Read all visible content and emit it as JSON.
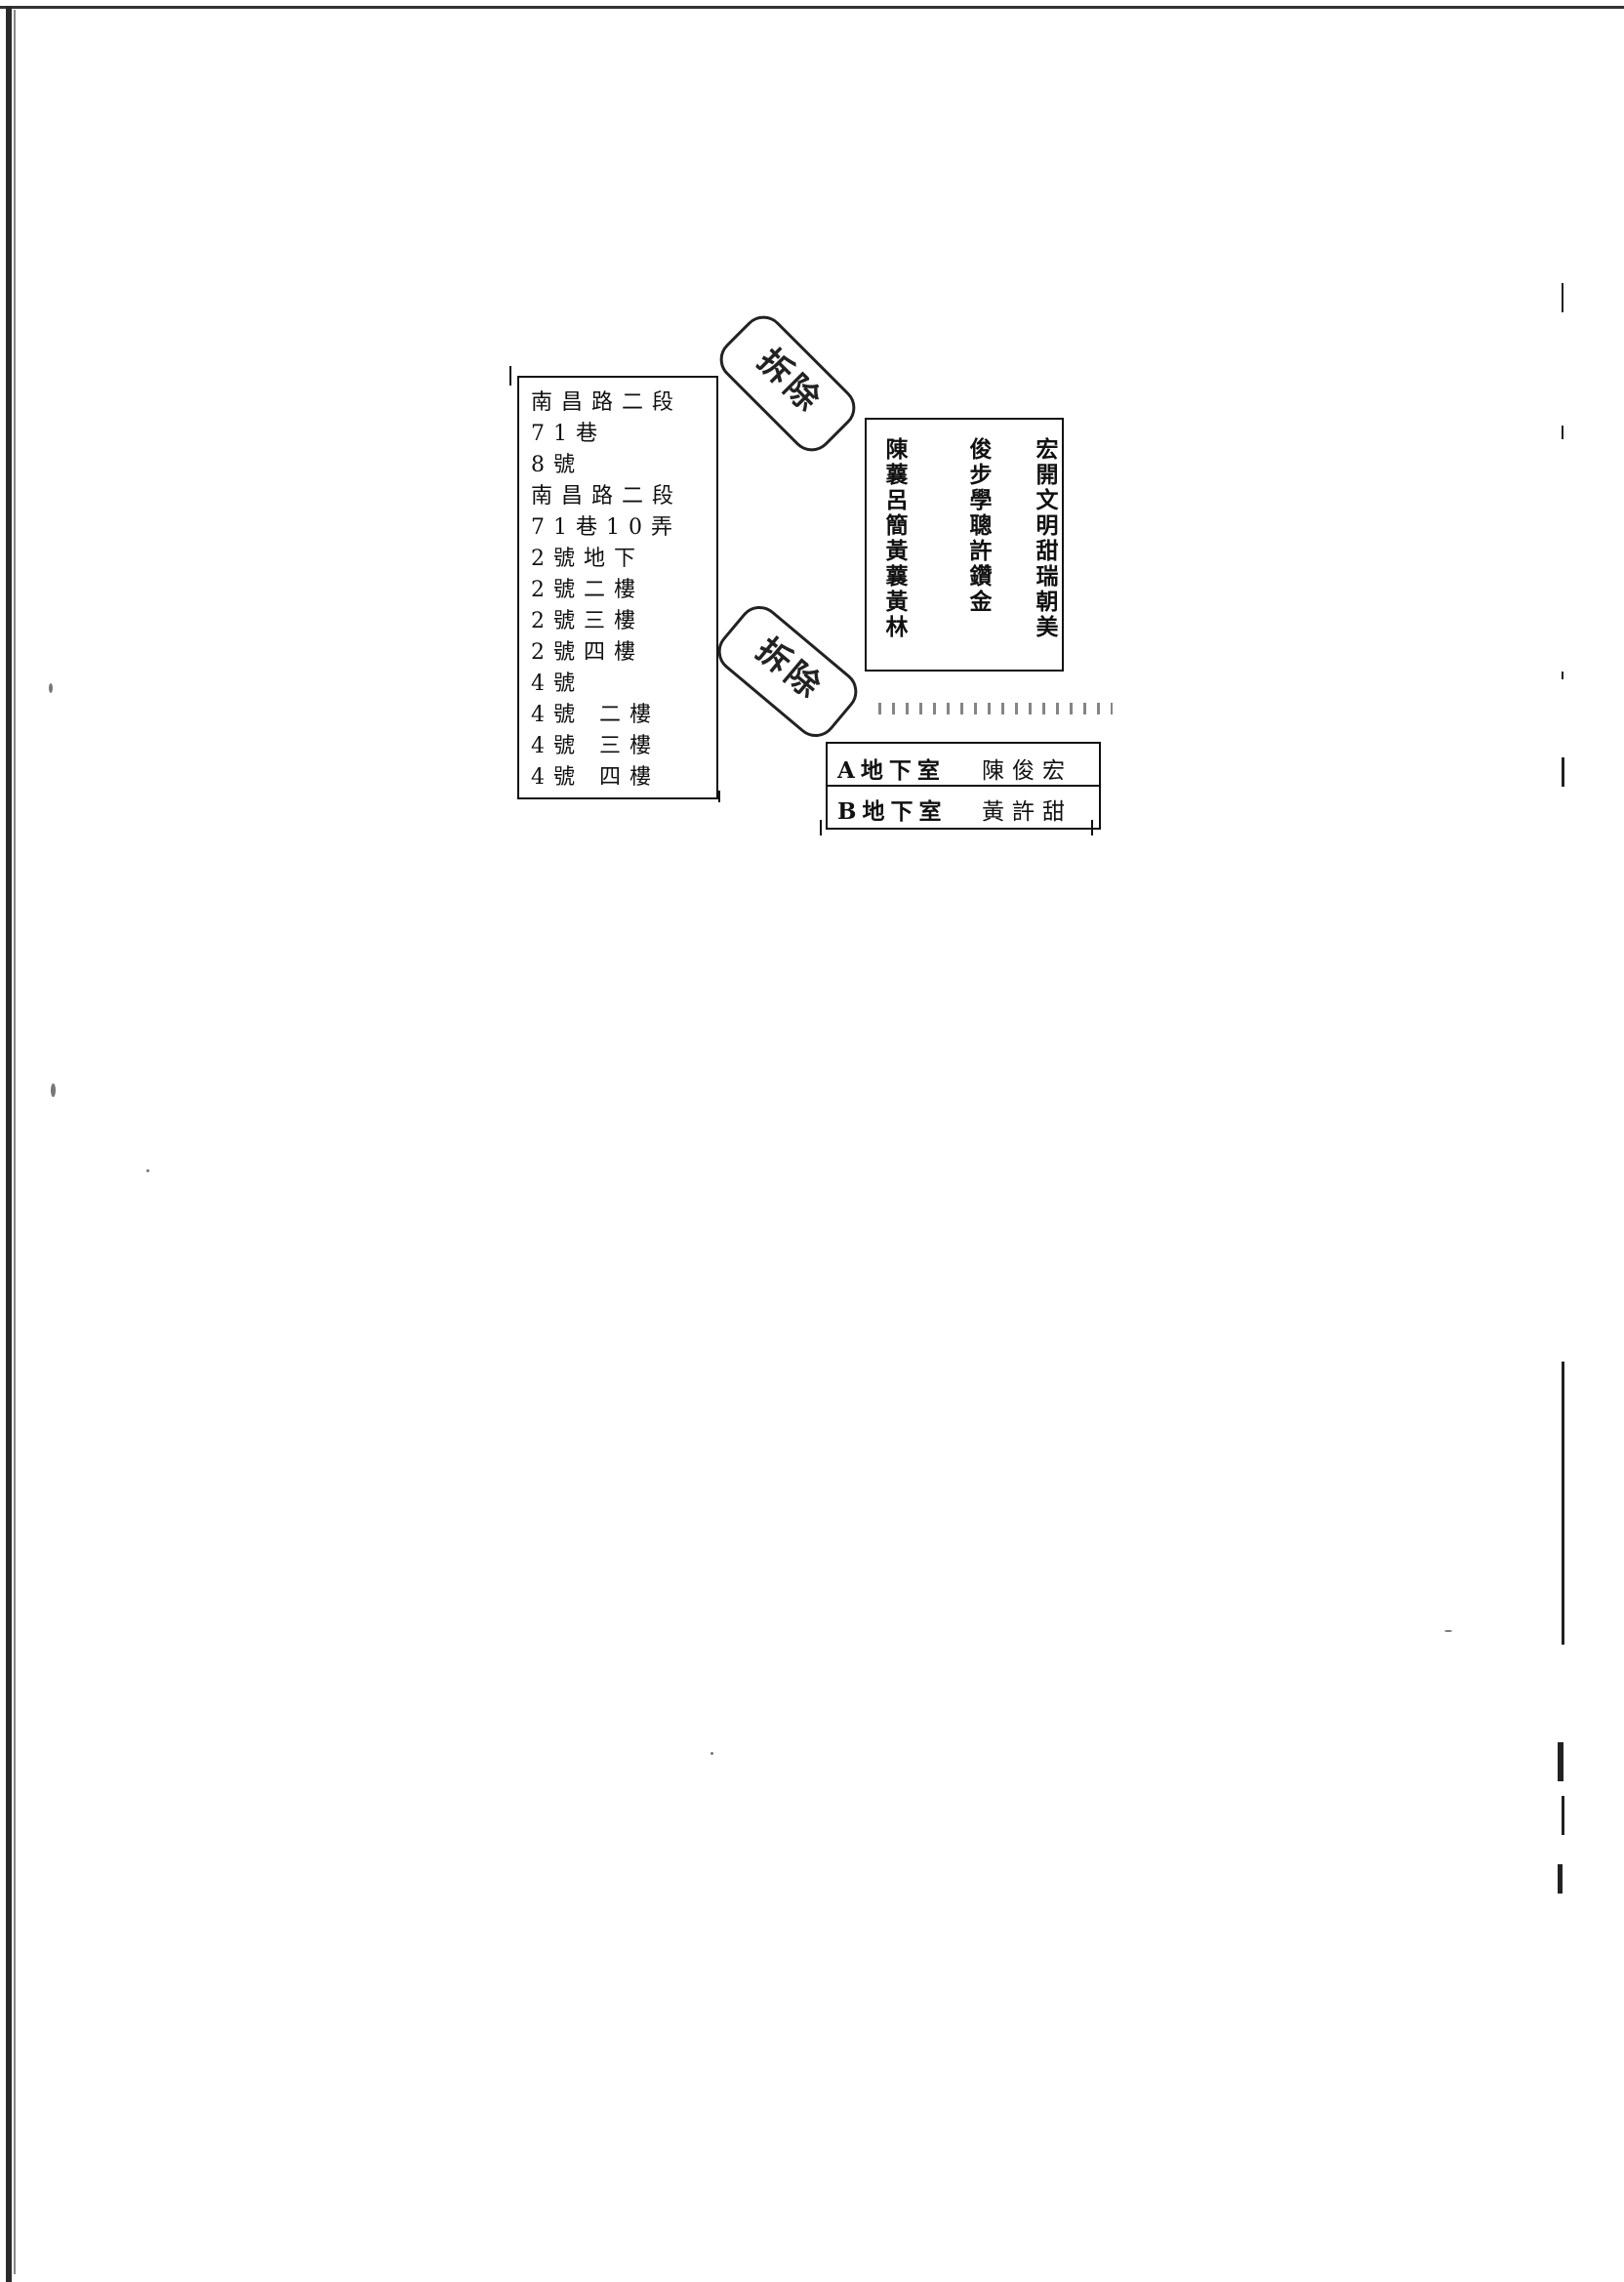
{
  "address_table": {
    "rows": [
      "南昌路二段",
      "71巷",
      "8號",
      "南昌路二段",
      "71巷10弄",
      "2號地下",
      "2號二樓",
      "2號三樓",
      "2號四樓",
      "4號",
      "4號 二樓",
      "4號 三樓",
      "4號 四樓"
    ]
  },
  "names_table": {
    "columns": [
      "宏開文明甜瑞朝美",
      "俊步學聰許鑽金",
      "陳蘘呂簡黃蘘黃林"
    ]
  },
  "basement_table": {
    "rows": [
      {
        "label": "A地下室",
        "name": "陳俊宏"
      },
      {
        "label": "B地下室",
        "name": "黃許甜"
      }
    ]
  },
  "stamps": [
    "拆除",
    "拆除"
  ]
}
